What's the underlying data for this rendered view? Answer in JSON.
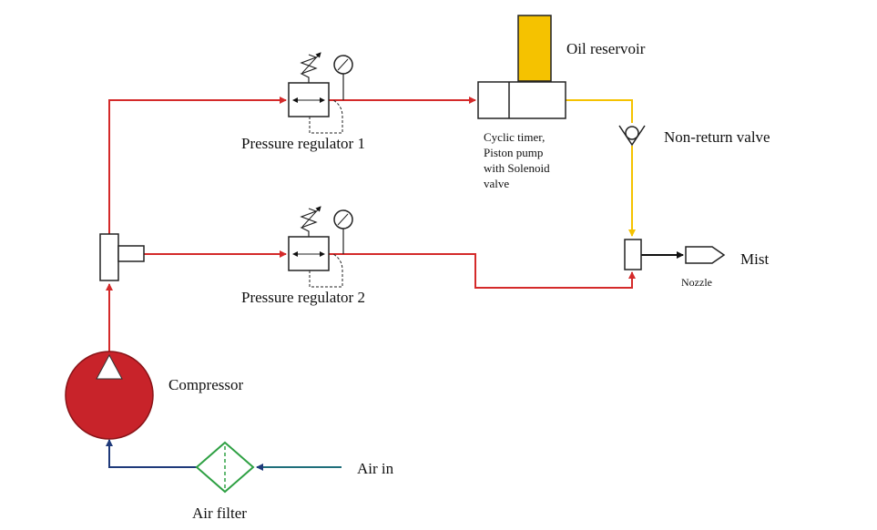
{
  "labels": {
    "oil_reservoir": "Oil reservoir",
    "pressure_regulator_1": "Pressure regulator 1",
    "pressure_regulator_2": "Pressure regulator 2",
    "pump_line1": "Cyclic timer,",
    "pump_line2": "Piston pump",
    "pump_line3": "with Solenoid",
    "pump_line4": "valve",
    "non_return_valve": "Non-return valve",
    "mist": "Mist",
    "nozzle": "Nozzle",
    "compressor": "Compressor",
    "air_in": "Air in",
    "air_filter": "Air filter"
  },
  "colors": {
    "air_line": "#d42a2a",
    "oil_line": "#f5c200",
    "inlet_line": "#1f3a7a",
    "compressor_fill": "#c8232a",
    "reservoir_fill": "#f5c200",
    "filter_stroke": "#2ea043"
  }
}
